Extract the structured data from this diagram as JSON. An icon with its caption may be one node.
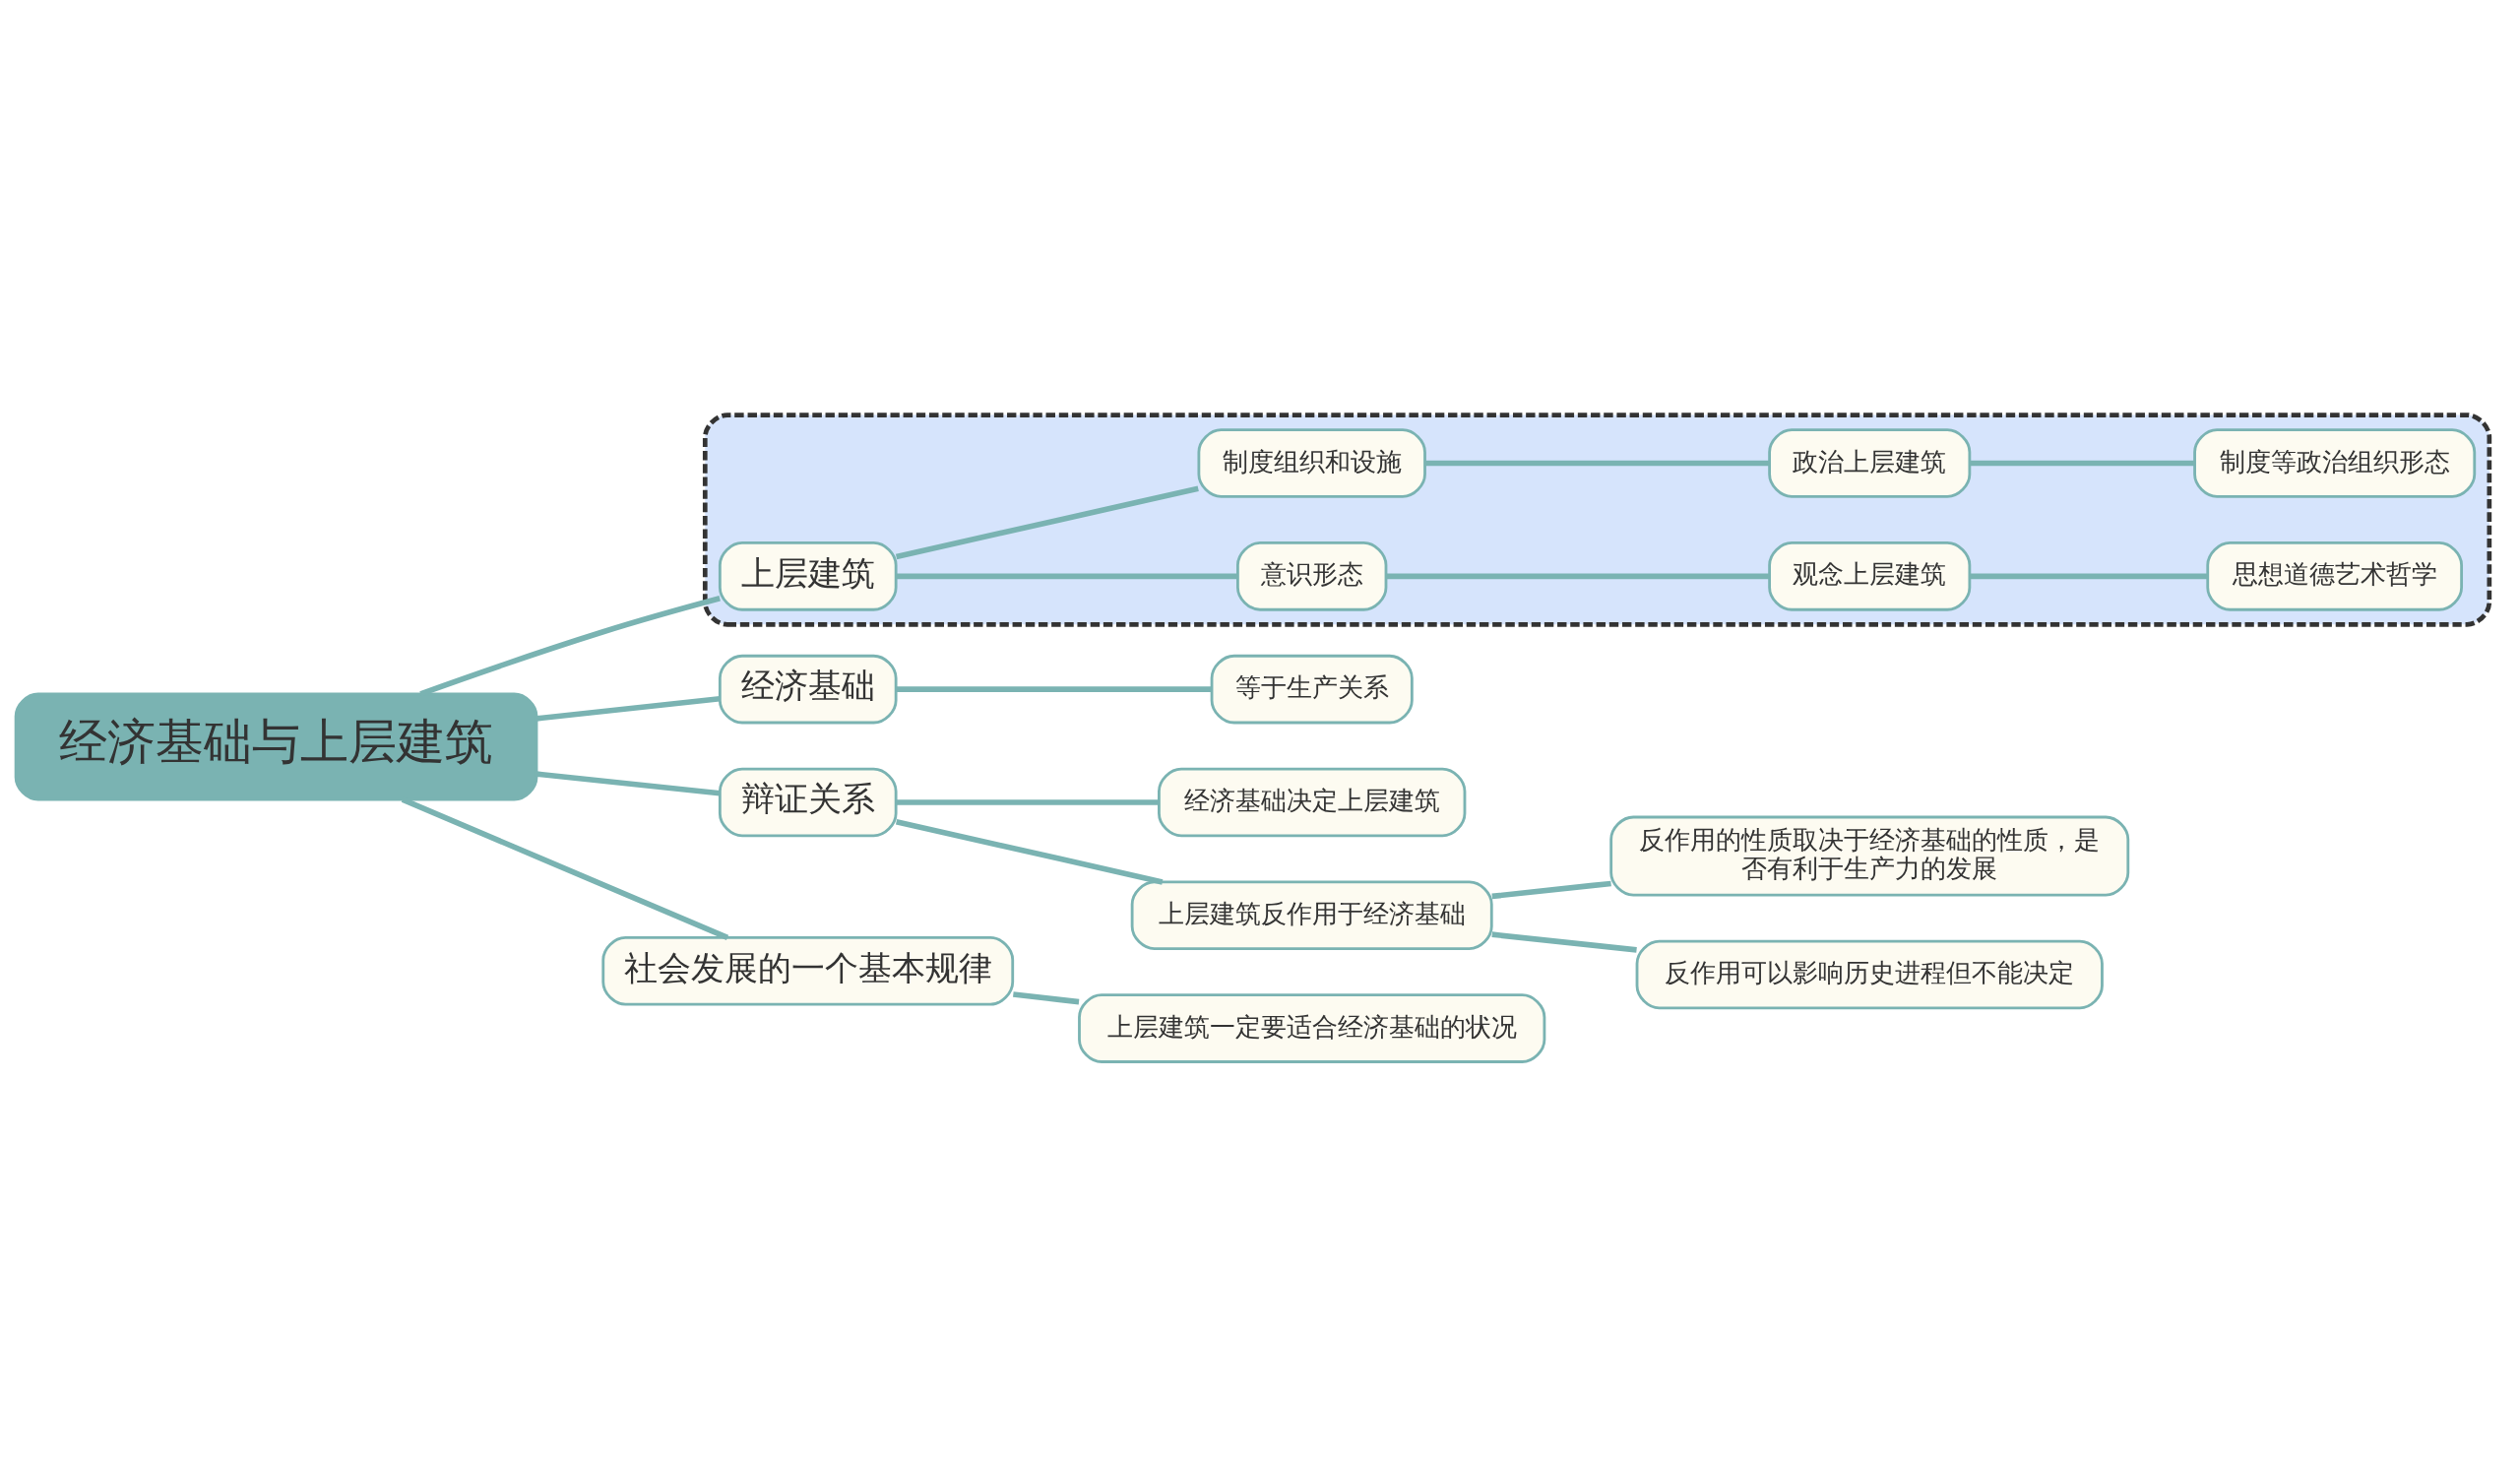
{
  "diagram": {
    "nodes": [
      {
        "text": [
          "经济基础与上层建筑"
        ]
      },
      {
        "text": [
          "经济基础"
        ]
      },
      {
        "text": [
          "等于生产关系"
        ]
      },
      {
        "text": [],
        "shape": "box"
      },
      {
        "text": [
          "上层建筑"
        ],
        "in": 3
      },
      {
        "text": [
          "意识形态"
        ],
        "in": 3
      },
      {
        "text": [
          "观念上层建筑"
        ],
        "in": 3
      },
      {
        "text": [
          "思想道德艺术哲学"
        ],
        "in": 3
      },
      {
        "text": [
          "制度组织和设施"
        ],
        "in": 3
      },
      {
        "text": [
          "政治上层建筑"
        ],
        "in": 3
      },
      {
        "text": [
          "制度等政治组织形态"
        ],
        "in": 3
      },
      {
        "text": [
          "辩证关系"
        ]
      },
      {
        "text": [
          "经济基础决定上层建筑"
        ]
      },
      {
        "text": [
          "上层建筑反作用于经济基础"
        ]
      },
      {
        "text": [
          "反作用的性质取决于经济基础的性质，是否有利于生产力的发展"
        ]
      },
      {
        "text": [
          "反作用可以影响历史进程但不能决定"
        ]
      },
      {
        "text": [
          "社会发展的一个基本规律"
        ]
      },
      {
        "text": [
          "上层建筑一定要适合经济基础的状况"
        ]
      }
    ],
    "edges": [
      {
        "from": 0,
        "to": 1,
        "arrow": "none"
      },
      {
        "from": 1,
        "to": 2,
        "arrow": "none"
      },
      {
        "from": 0,
        "to": 4,
        "arrow": "none"
      },
      {
        "from": 4,
        "to": 5,
        "arrow": "none"
      },
      {
        "from": 5,
        "to": 6,
        "arrow": "none"
      },
      {
        "from": 6,
        "to": 7,
        "arrow": "none"
      },
      {
        "from": 4,
        "to": 8,
        "arrow": "none"
      },
      {
        "from": 8,
        "to": 9,
        "arrow": "none"
      },
      {
        "from": 9,
        "to": 10,
        "arrow": "none"
      },
      {
        "from": 0,
        "to": 11,
        "arrow": "none"
      },
      {
        "from": 11,
        "to": 12,
        "arrow": "none"
      },
      {
        "from": 11,
        "to": 13,
        "arrow": "none"
      },
      {
        "from": 13,
        "to": 14,
        "arrow": "none"
      },
      {
        "from": 13,
        "to": 15,
        "arrow": "none"
      },
      {
        "from": 0,
        "to": 16,
        "arrow": "none"
      },
      {
        "from": 16,
        "to": 17,
        "arrow": "none"
      }
    ]
  }
}
